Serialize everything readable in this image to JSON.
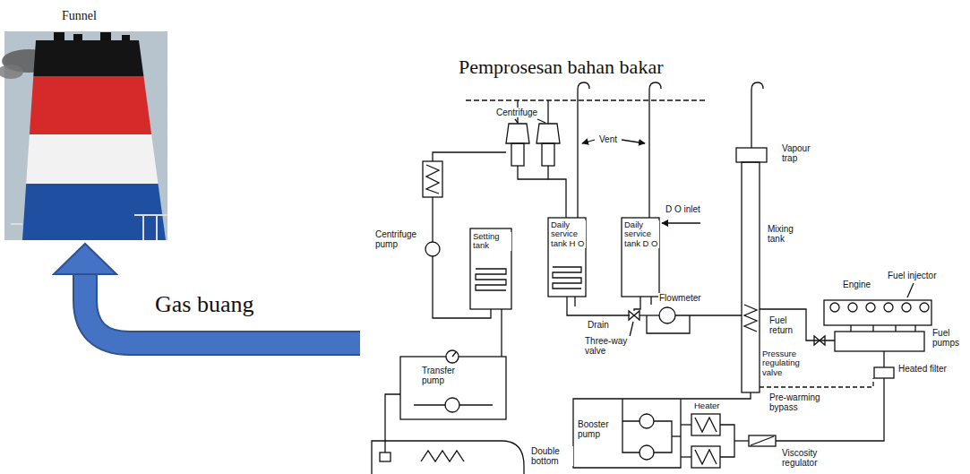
{
  "diagram": {
    "title": "Pemprosesan bahan bakar",
    "labels": [
      "Funnel",
      "Gas buang",
      "Centrifuge",
      "Vent",
      "D O inlet",
      "Vapour trap",
      "Centrifuge pump",
      "Setting tank",
      "Daily service tank H O",
      "Daily service tank D O",
      "Mixing tank",
      "Engine",
      "Fuel injector",
      "Drain",
      "Flowmeter",
      "Fuel return",
      "Fuel pumps",
      "Three-way valve",
      "Pressure regulating valve",
      "Heated filter",
      "Transfer pump",
      "Pre-warming bypass",
      "Booster pump",
      "Heater",
      "Viscosity regulator",
      "Double bottom"
    ]
  }
}
